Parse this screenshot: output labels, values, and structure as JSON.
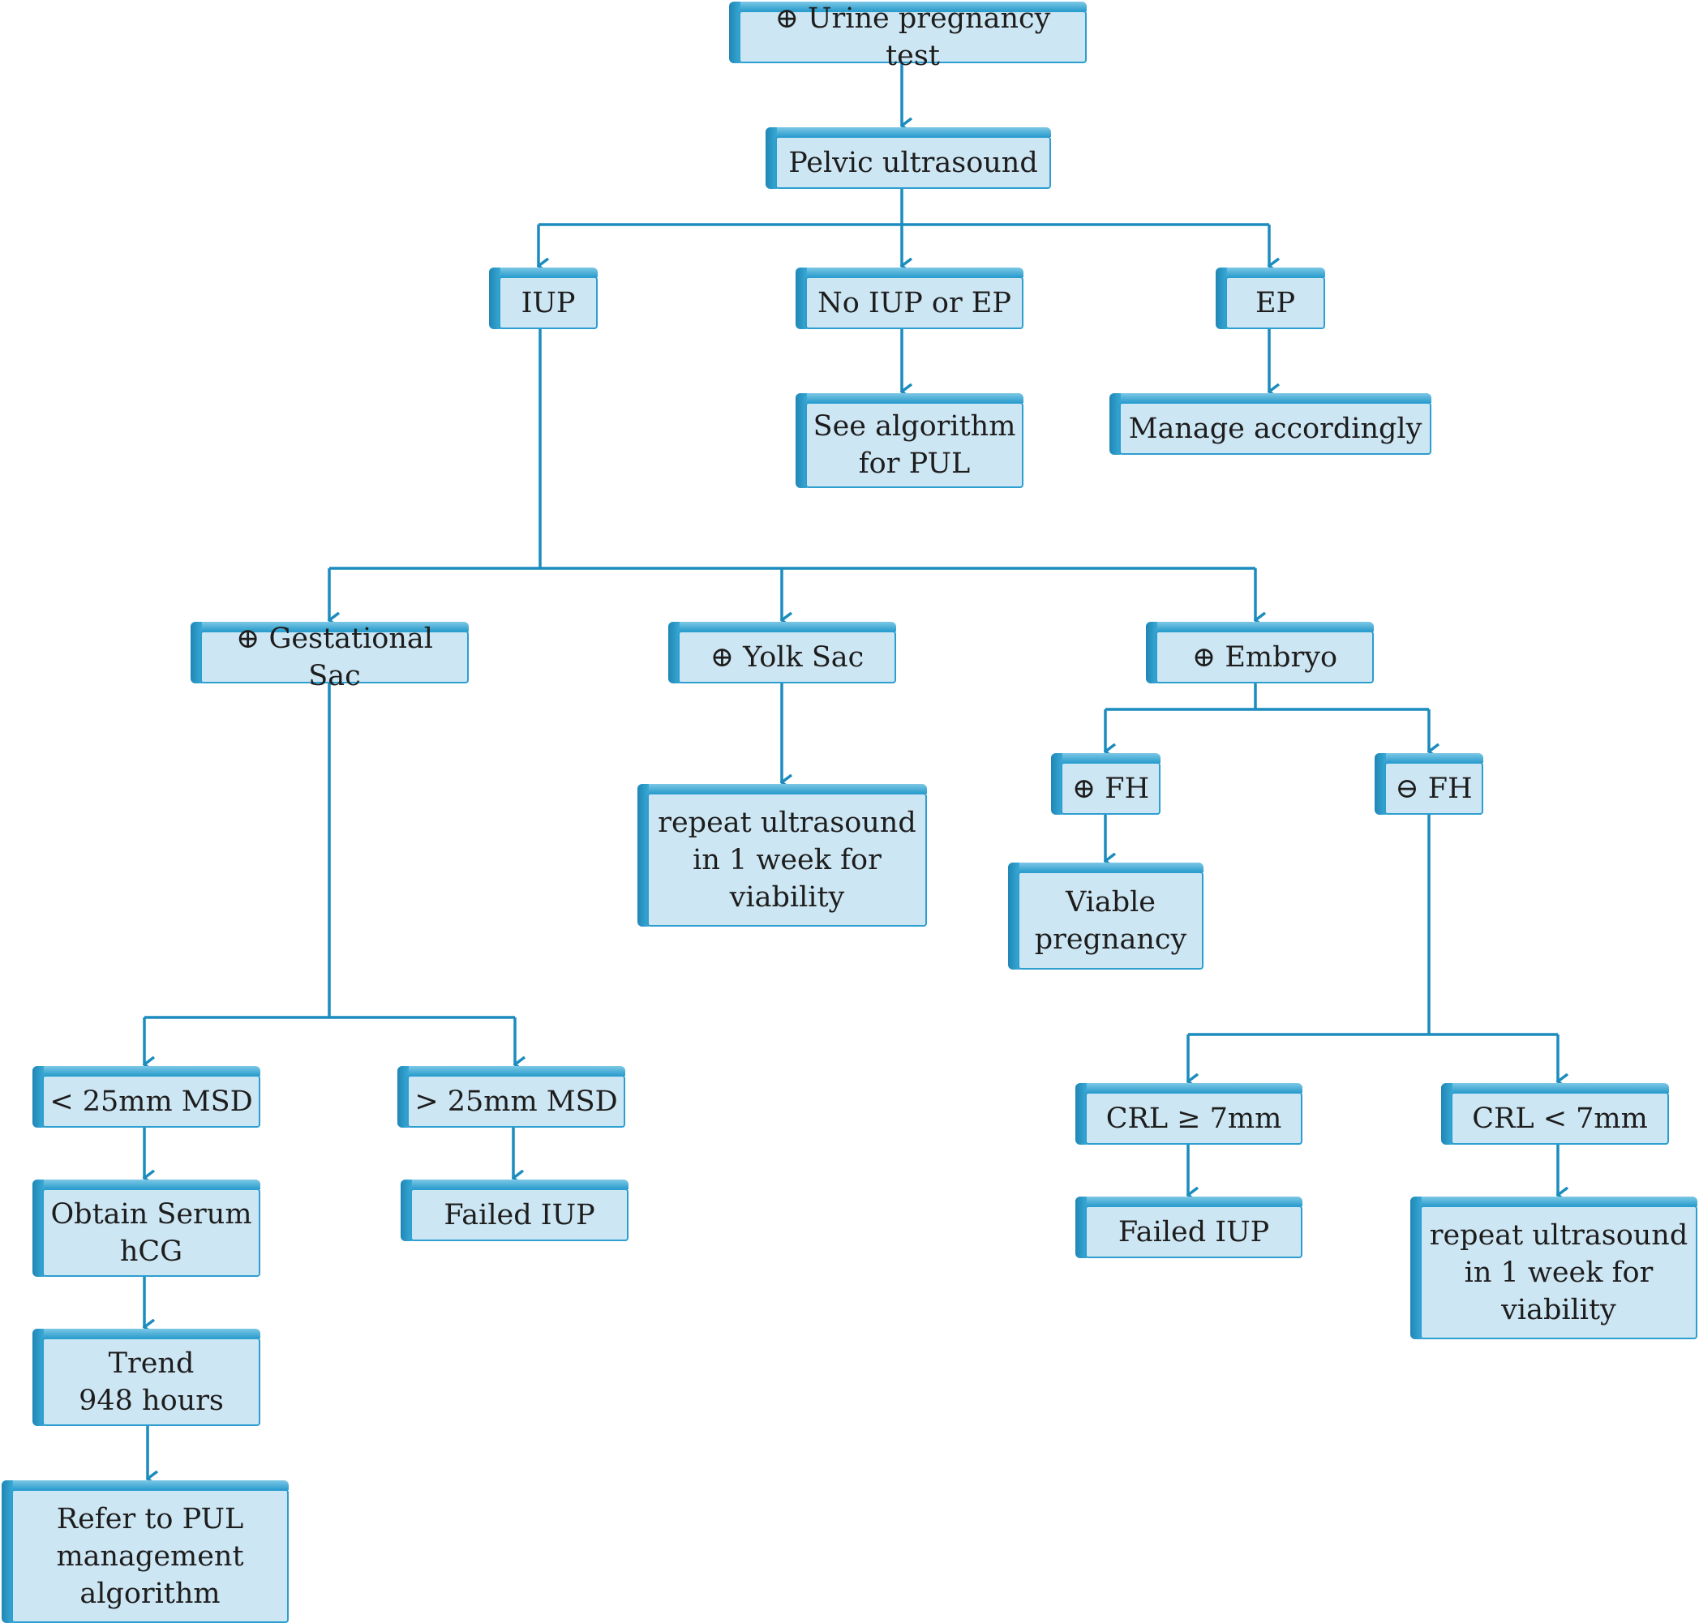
{
  "colors": {
    "line": "#1b8cbd",
    "face": "#cde6f3",
    "border": "#2d9ed0"
  },
  "nodes": {
    "urine_test": "⊕ Urine pregnancy test",
    "pelvic_us": "Pelvic ultrasound",
    "iup": "IUP",
    "no_iup_ep": "No IUP or EP",
    "ep": "EP",
    "see_algorithm": "See algorithm\nfor PUL",
    "manage": "Manage accordingly",
    "gest_sac": "⊕ Gestational Sac",
    "yolk_sac": "⊕ Yolk Sac",
    "embryo": "⊕ Embryo",
    "repeat_us_1": "repeat ultrasound\nin 1 week for\nviability",
    "fh_pos": "⊕ FH",
    "fh_neg": "⊖ FH",
    "viable": "Viable\npregnancy",
    "msd_lt": "< 25mm MSD",
    "msd_gt": "> 25mm MSD",
    "serum_hcg": "Obtain Serum\nhCG",
    "failed_iup_1": "Failed IUP",
    "trend": "Trend\n948 hours",
    "refer": "Refer to PUL\nmanagement\nalgorithm",
    "crl_ge": "CRL ≥ 7mm",
    "crl_lt": "CRL < 7mm",
    "failed_iup_2": "Failed IUP",
    "repeat_us_2": "repeat ultrasound\nin 1 week for\nviability"
  }
}
